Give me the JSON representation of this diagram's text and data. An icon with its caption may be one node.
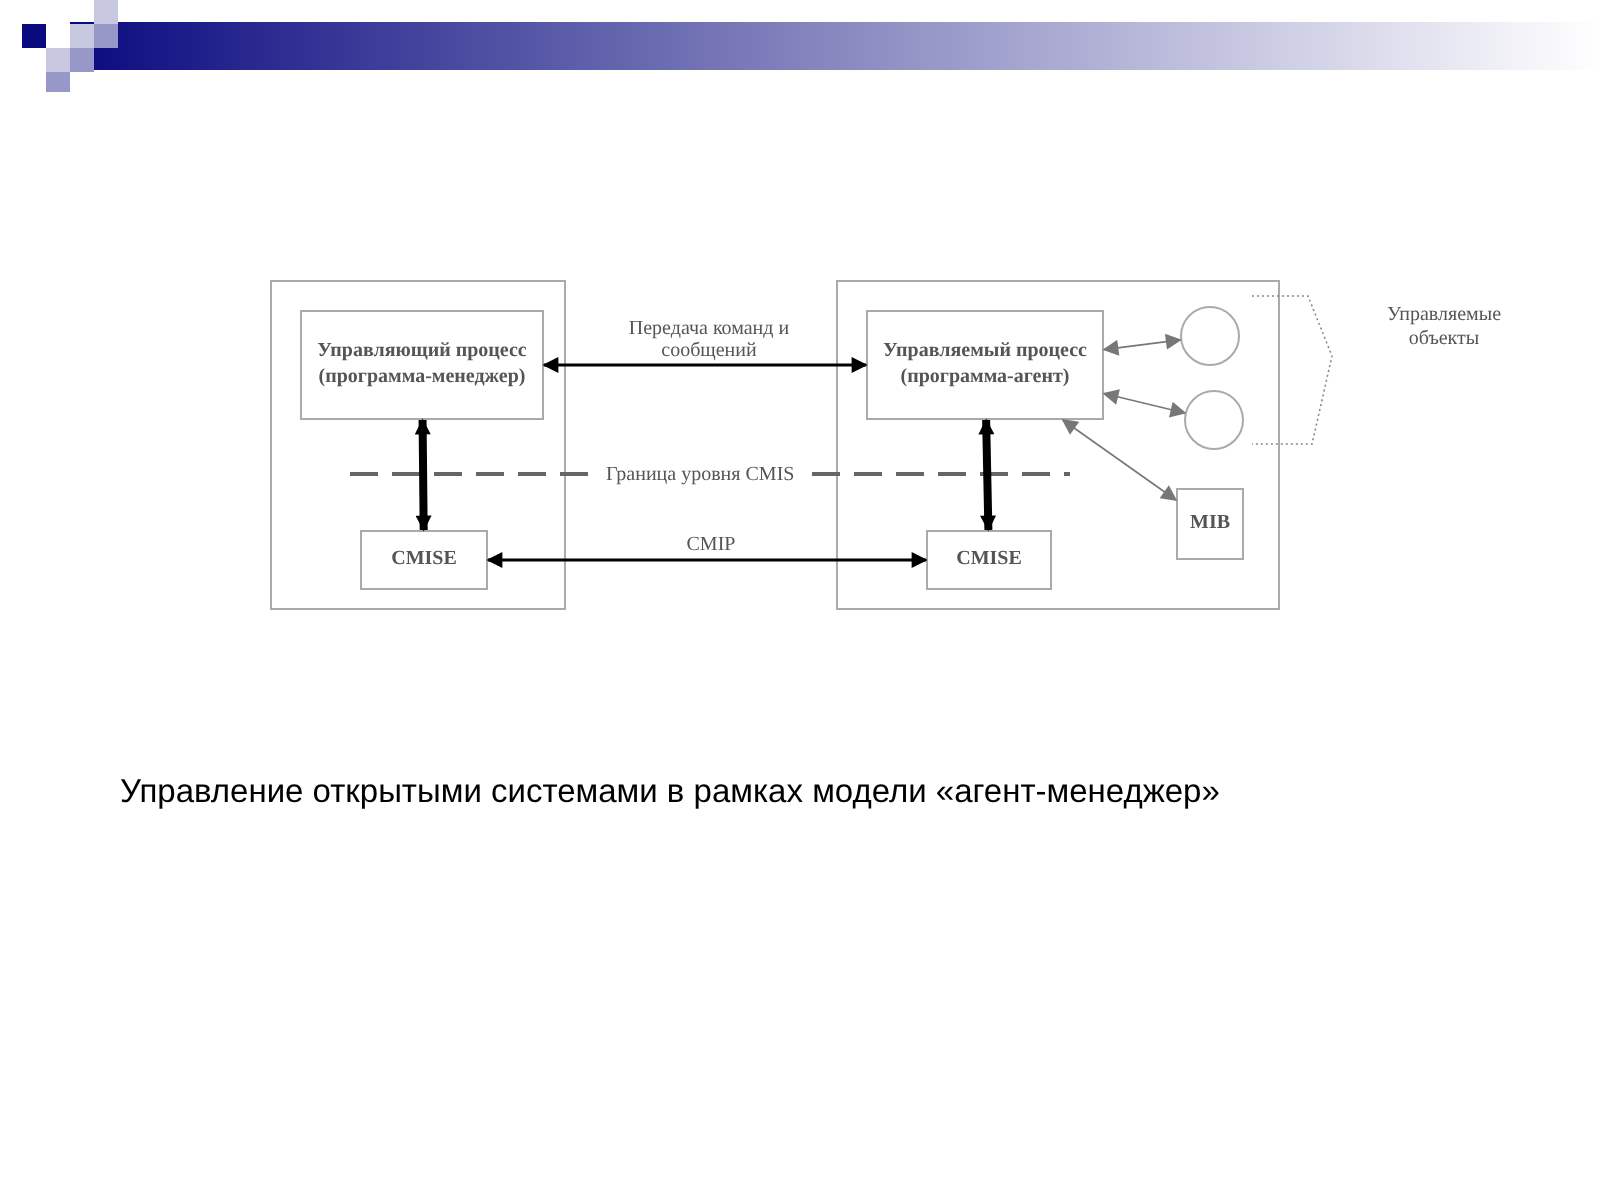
{
  "diagram": {
    "caption": "Управление открытыми системами в рамках модели «агент-менеджер»",
    "nodes": [
      {
        "text": [],
        "shape": "box"
      },
      {
        "text": [
          "Управляющий процесс (программа-менеджер)"
        ],
        "in": 0
      },
      {
        "text": [
          "CMISE"
        ],
        "in": 0
      },
      {
        "text": [],
        "shape": "box"
      },
      {
        "text": [
          "Управляемый процесс (программа-агент)"
        ],
        "in": 3
      },
      {
        "text": [],
        "shape": "circle",
        "in": 3
      },
      {
        "text": [],
        "shape": "circle",
        "in": 3
      },
      {
        "text": [
          "MIB"
        ],
        "in": 3
      },
      {
        "text": [
          "CMISE"
        ],
        "in": 3
      }
    ],
    "edges": [
      {
        "from": 1,
        "to": 4,
        "arrow": "both",
        "label": "Передача команд и сообщений"
      },
      {
        "from": 1,
        "to": 2,
        "arrow": "both",
        "style": "thick"
      },
      {
        "from": 4,
        "to": 8,
        "arrow": "both",
        "style": "thick"
      },
      {
        "from": 8,
        "to": 2,
        "arrow": "both",
        "label": "CMIP"
      },
      {
        "from": 4,
        "to": 5,
        "arrow": "both",
        "color": "#777777"
      },
      {
        "from": 4,
        "to": 6,
        "arrow": "both",
        "color": "#777777"
      },
      {
        "from": 4,
        "to": 7,
        "arrow": "both",
        "color": "#777777"
      }
    ],
    "labels": [
      "Граница уровня CMIS",
      "Управляемые объекты"
    ]
  }
}
